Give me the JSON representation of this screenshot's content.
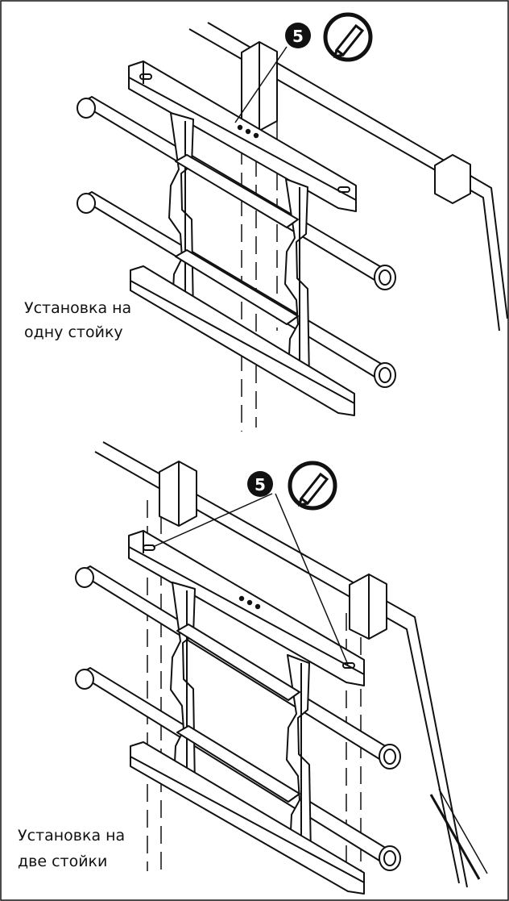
{
  "panel_top": {
    "caption_line1": "Установка на",
    "caption_line2": "одну стойку",
    "step_number": "5",
    "step_icon": "pencil-icon"
  },
  "panel_bottom": {
    "caption_line1": "Установка на",
    "caption_line2": "две стойки",
    "step_number": "5",
    "step_icon": "pencil-icon"
  },
  "colors": {
    "line": "#111111",
    "background": "#ffffff"
  }
}
